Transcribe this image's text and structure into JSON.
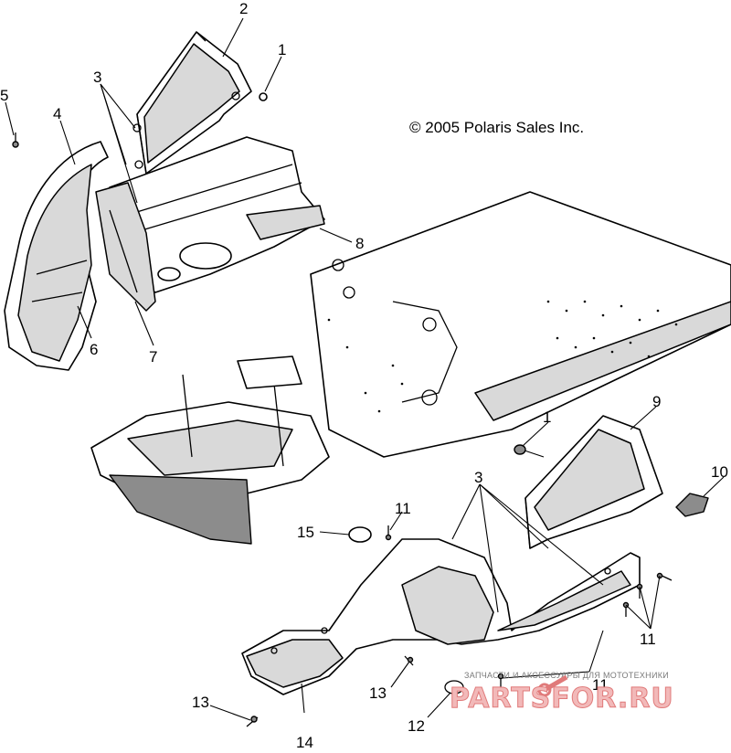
{
  "copyright": "© 2005 Polaris Sales Inc.",
  "callouts": [
    {
      "id": "c2",
      "label": "2"
    },
    {
      "id": "c1a",
      "label": "1"
    },
    {
      "id": "c3a",
      "label": "3"
    },
    {
      "id": "c5",
      "label": "5"
    },
    {
      "id": "c4",
      "label": "4"
    },
    {
      "id": "c8",
      "label": "8"
    },
    {
      "id": "c6",
      "label": "6"
    },
    {
      "id": "c7",
      "label": "7"
    },
    {
      "id": "c1b",
      "label": "1"
    },
    {
      "id": "c9",
      "label": "9"
    },
    {
      "id": "c10",
      "label": "10"
    },
    {
      "id": "c3b",
      "label": "3"
    },
    {
      "id": "c11a",
      "label": "11"
    },
    {
      "id": "c15",
      "label": "15"
    },
    {
      "id": "c11b",
      "label": "11"
    },
    {
      "id": "c11c",
      "label": "11"
    },
    {
      "id": "c13a",
      "label": "13"
    },
    {
      "id": "c13b",
      "label": "13"
    },
    {
      "id": "c12",
      "label": "12"
    },
    {
      "id": "c14",
      "label": "14"
    }
  ],
  "watermark": {
    "tagline": "ЗАПЧАСТИ И АКСЕССУАРЫ ДЛЯ МОТОТЕХНИКИ",
    "brand": "PARTSFOR.RU"
  },
  "icons": {
    "wrench": "wrench-icon"
  },
  "colors": {
    "line": "#000000",
    "background": "#ffffff",
    "watermark_brand": "#e07a7a"
  }
}
